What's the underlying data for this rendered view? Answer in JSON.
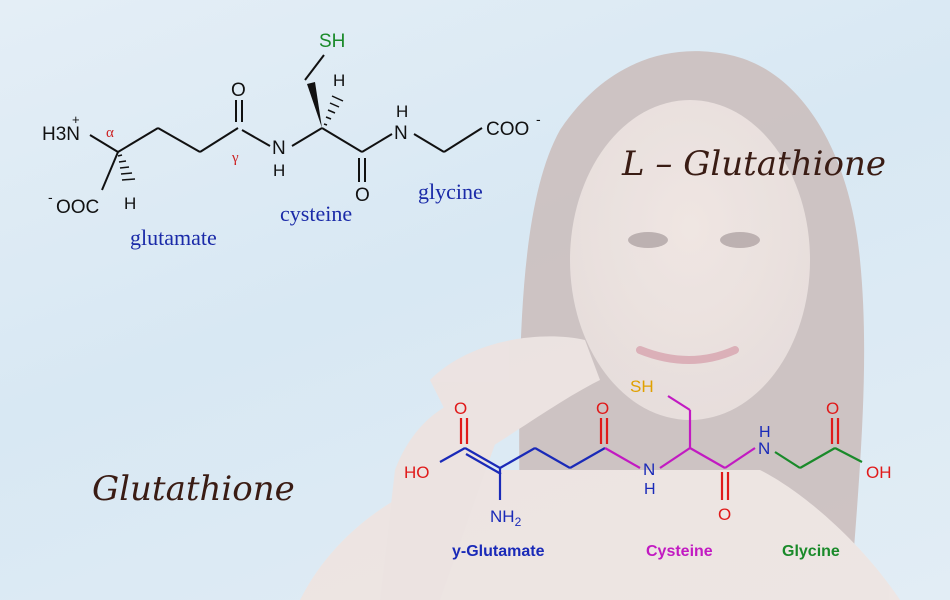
{
  "top_structure": {
    "atoms": {
      "h3n": "H3N",
      "plus": "+",
      "alpha": "α",
      "gamma": "γ",
      "o_carbonyl": "O",
      "nh_amide1": "N",
      "h_amide1": "H",
      "sh": "SH",
      "h_cys": "H",
      "o_cys": "O",
      "nh_amide2": "N",
      "h_amide2": "H",
      "coo": "COO",
      "coo_charge": "-",
      "ooc_charge": "-",
      "ooc": "OOC",
      "h_alpha": "H"
    },
    "labels": {
      "glutamate": "glutamate",
      "cysteine": "cysteine",
      "glycine": "glycine"
    },
    "colors": {
      "greek": "#cc2222",
      "label": "#1a2aa8",
      "thiol": "#1a8a2a",
      "bond": "#111111"
    }
  },
  "titles": {
    "l_glutathione": "L – Glutathione",
    "glutathione": "Glutathione"
  },
  "bottom_structure": {
    "atoms": {
      "o_top1": "O",
      "ho_left": "HO",
      "nh2": "NH",
      "nh2_sub": "2",
      "o_top2": "O",
      "nh_mid": "N",
      "h_mid": "H",
      "sh": "SH",
      "o_bottom": "O",
      "nh_right": "N",
      "h_right": "H",
      "o_top3": "O",
      "oh_right": "OH"
    },
    "labels": {
      "glutamate": "y-Glutamate",
      "cysteine": "Cysteine",
      "glycine": "Glycine"
    },
    "colors": {
      "glutamate": "#1a2ab8",
      "cysteine": "#c21ac2",
      "glycine": "#1a8a2a",
      "thiol": "#e0a000",
      "oxygen": "#e01a1a",
      "nitrogen": "#1a2ab8"
    }
  }
}
